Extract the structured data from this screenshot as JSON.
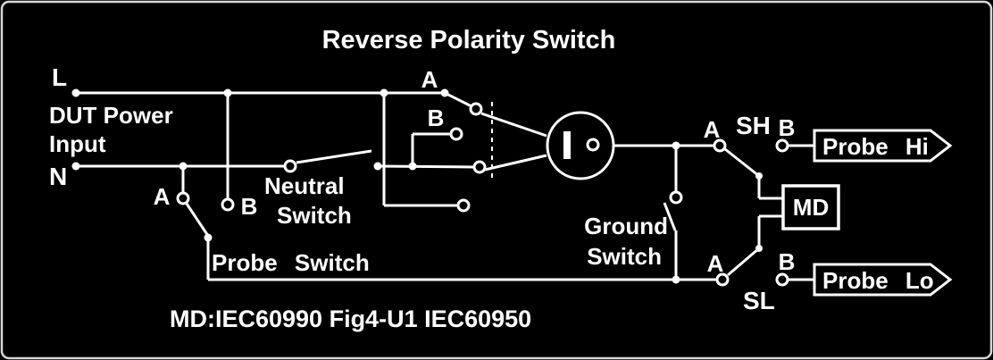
{
  "colors": {
    "background": "#000000",
    "stroke": "#ffffff",
    "text": "#ffffff"
  },
  "diagram": {
    "title": "Reverse Polarity Switch",
    "labels": {
      "l_terminal": "L",
      "n_terminal": "N",
      "dut_line1": "DUT Power",
      "dut_line2": "Input",
      "probe_switch_a": "A",
      "probe_switch_b": "B",
      "neutral_line1": "Neutral",
      "neutral_line2": "Switch",
      "probe_switch": "Probe Switch",
      "rp_a": "A",
      "rp_b": "B",
      "ground_line1": "Ground",
      "ground_line2": "Switch",
      "sh_a": "A",
      "sh": "SH",
      "sh_b": "B",
      "sl_a": "A",
      "sl": "SL",
      "sl_b": "B",
      "md_box": "MD",
      "probe_hi": "Probe Hi",
      "probe_lo": "Probe Lo",
      "footnote": "MD:IEC60990 Fig4-U1 IEC60950"
    }
  }
}
